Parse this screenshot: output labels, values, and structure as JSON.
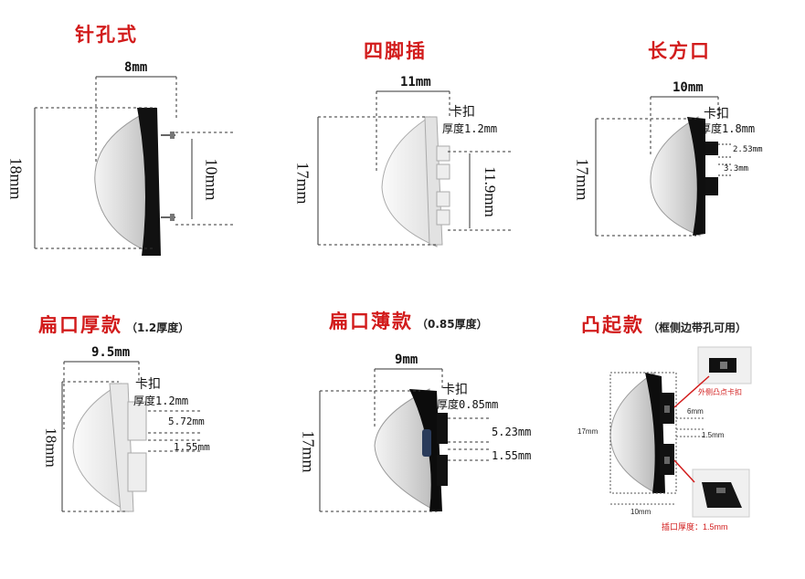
{
  "products": [
    {
      "title": "针孔式",
      "width_label": "8mm",
      "height_label": "18mm",
      "pin_spacing_label": "10mm"
    },
    {
      "title": "四脚插",
      "width_label": "11mm",
      "height_label": "17mm",
      "clip_label": "卡扣",
      "thickness_label": "厚度1.2mm",
      "gap_label": "11.9mm"
    },
    {
      "title": "长方口",
      "width_label": "10mm",
      "height_label": "17mm",
      "clip_label": "卡扣",
      "thickness_label": "厚度1.8mm",
      "slot_label": "2.53mm",
      "slot_gap_label": "3.3mm"
    },
    {
      "title": "扁口厚款",
      "note": "（1.2厚度）",
      "width_label": "9.5mm",
      "height_label": "18mm",
      "clip_label": "卡扣",
      "thickness_label": "厚度1.2mm",
      "slot_label": "5.72mm",
      "slot_gap_label": "1.55mm"
    },
    {
      "title": "扁口薄款",
      "note": "（0.85厚度）",
      "width_label": "9mm",
      "height_label": "17mm",
      "clip_label": "卡扣",
      "thickness_label": "厚度0.85mm",
      "slot_label": "5.23mm",
      "slot_gap_label": "1.55mm"
    },
    {
      "title": "凸起款",
      "note": "（框侧边带孔可用）",
      "width_label": "10mm",
      "height_label": "17mm",
      "slot_label": "6mm",
      "slot_gap_label": "1.5mm",
      "callout_top": "外侧凸点卡扣",
      "callout_bottom": "插口厚度：1.5mm"
    }
  ]
}
